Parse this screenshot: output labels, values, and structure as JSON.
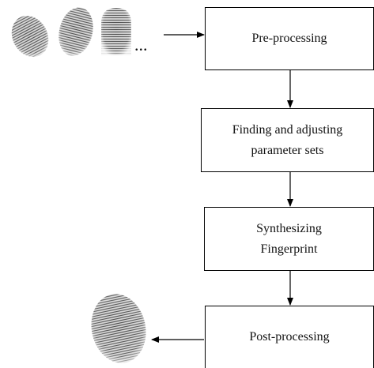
{
  "flow": {
    "steps": [
      {
        "label": "Pre-processing"
      },
      {
        "label": "Finding and adjusting\nparameter sets"
      },
      {
        "label": "Synthesizing\nFingerprint"
      },
      {
        "label": "Post-processing"
      }
    ],
    "input_ellipsis": "...",
    "input_images": [
      "fingerprint-icon",
      "fingerprint-icon",
      "fingerprint-icon"
    ],
    "output_image": "fingerprint-icon"
  },
  "colors": {
    "box_stroke": "#000000",
    "arrow": "#000000",
    "text": "#111111",
    "fingerprint_ridge": "#555555"
  }
}
